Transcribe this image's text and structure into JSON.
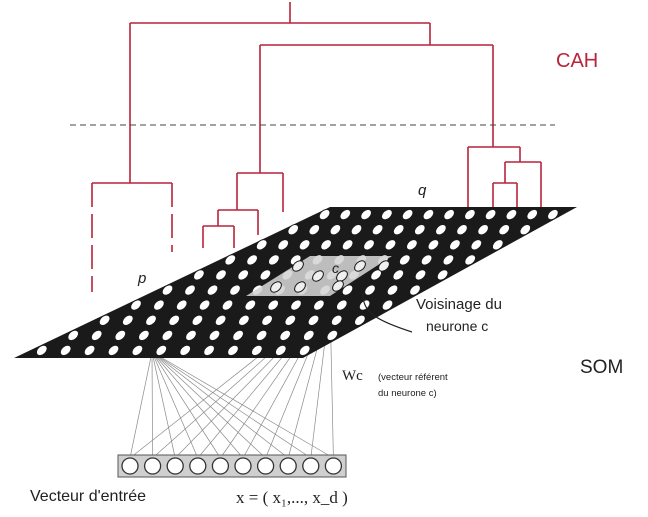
{
  "labels": {
    "cah": "CAH",
    "som": "SOM",
    "p": "p",
    "q": "q",
    "c": "c",
    "voisinage_line1": "Voisinage du",
    "voisinage_line2": "neurone c",
    "wc": "Wc",
    "referent_line1": "(vecteur référent",
    "referent_line2": "du neurone c)",
    "vecteur_entree": "Vecteur d'entrée",
    "formula": "x = ( x₁,..., x_d )"
  },
  "colors": {
    "dendrogram": "#b8243a",
    "grid_fill": "#1a1a1a",
    "neuron_fill": "#ffffff",
    "neighborhood_fill": "#d6d6d6",
    "connection": "#888888"
  },
  "map": {
    "rows": 10,
    "cols": 12
  },
  "input_neurons": 10
}
